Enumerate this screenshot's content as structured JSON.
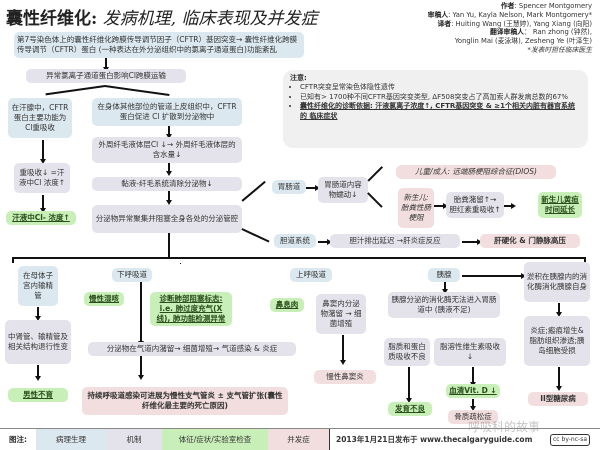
{
  "header": {
    "title_main": "囊性纤维化:",
    "title_sub": " 发病机理, 临床表现及并发症",
    "authors": [
      {
        "label": "作者",
        "value": ": Spencer Montgomery"
      },
      {
        "label": "审稿人",
        "value": ": Yan Yu, Kayla Nelson, Mark Montgomery*"
      },
      {
        "label": "译者",
        "value": ": Huiting Wang (王慧婷), Yang Xiang (向阳)"
      },
      {
        "label": "翻译审稿人",
        "value": "： Ran zhong (钟然),"
      },
      {
        "label": "",
        "value": "Yonglin Mai (麦泳琳), Zesheng Ye (叶泽生)"
      },
      {
        "label": "",
        "value": "*发表时担任临床医生"
      }
    ]
  },
  "nodes": {
    "top": "第7号染色体上的囊性纤维化跨膜传导调节因子（CFTR）基因突变→ 囊性纤维化跨膜传导调节（CFTR）蛋白 (一种表达在外分泌组织中的氯离子通道蛋白)功能紊乱",
    "abnormal_channel": "异常氯离子通道蛋白影响Cl跨膜运输",
    "sweat_gland": "在汗腺中，CFTR蛋白主要功能为Cl重吸收",
    "other_epithelia": "在身体其他部位的管道上皮组织中，CFTR蛋白促进 Cl 扩散到分泌物中",
    "reabsorb": "重吸收↓ =汗液中Cl 浓度↑",
    "sweat_cl": "汗液中Cl- 浓度↑",
    "asl": "外周纤毛液体层Cl ↓→ 外周纤毛液体层的含水量↓",
    "mucociliary": "黏液-纤毛系统清除分泌物↓",
    "secretions": "分泌物异常聚集并阻塞全身各处的分泌管腔",
    "gi": "胃肠道",
    "gi_motility": "胃肠道内容物蠕动↓",
    "dios": "儿童/成人: 远端肠梗阻综合征(DIOS)",
    "meconium_ileus": "新生儿:胎粪性肠梗阻",
    "meconium_retention": "胎粪潴留↑→ 胆红素重吸收↑",
    "neonatal_jaundice": "新生儿黄疸时间延长",
    "biliary": "胆道系统",
    "bile_delay": "胆汁排出延迟 →肝炎症反应",
    "cirrhosis": "肝硬化 & 门静脉高压",
    "vas_deferens": "在母体子宫内输精管",
    "degeneration": "中肾管、输精管及相关结构退行性变",
    "male_infertility": "男性不育",
    "lower_airway": "下呼吸道",
    "chronic_cough": "慢性湿咳",
    "obstruction_markers": "诊断肺部阻塞标志: i.e. 肺过度充气(X线), 肺功能检测异常",
    "airway_retention": "分泌物在气道内潴留→ 细菌增殖→ 气道感染 & 炎症",
    "bronchiectasis": "持续呼吸道感染可进展为慢性支气管炎 ± 支气管扩张(囊性纤维化最主要的死亡原因)",
    "upper_airway": "上呼吸道",
    "nasal_polyps": "鼻息肉",
    "sinus_retention": "鼻窦内分泌物潴留 → 细菌增殖",
    "chronic_sinusitis": "慢性鼻窦炎",
    "pancreas": "胰腺",
    "enzymes_blocked": "胰腺分泌的消化酶无法进入胃肠道中 (胰液不足)",
    "fat_protein_malabs": "脂质和蛋白质吸收不良",
    "fat_vit_malabs": "脂溶性维生素吸收↓",
    "failure_to_thrive": "发育不良",
    "vit_d": "血清Vit. D ↓",
    "osteoporosis": "骨质疏松症",
    "autodigestion": "淤积在胰腺内的消化酶消化胰腺自身",
    "inflammation": "炎症;瘢痕增生& 脂肪组织渗透;胰岛细胞受损",
    "diabetes": "II型糖尿病"
  },
  "notes": {
    "title": "注意:",
    "items": [
      "CFTR突变呈常染色体隐性遗传",
      "已知有> 1700种不同CFTR基因突变类型, ΔF508突变占了高加索人群发病总数的67%",
      "囊性纤维化的诊断依据: 汗液氯离子浓度↑, CFTR基因突变 & ≥1个相关内脏有器官系统的 临床症状"
    ]
  },
  "legend": {
    "label": "图注:",
    "items": [
      {
        "label": "病理生理",
        "color": "#dbe8ef"
      },
      {
        "label": "机制",
        "color": "#e4e2ea"
      },
      {
        "label": "体征/症状/实验室检查",
        "color": "#c9efb8"
      },
      {
        "label": "并发症",
        "color": "#f2dede"
      }
    ],
    "published": "2013年1月21日发布于 www.thecalgaryguide.com",
    "license": "cc by-nc-sa"
  },
  "watermark": "呼吸科的故事"
}
